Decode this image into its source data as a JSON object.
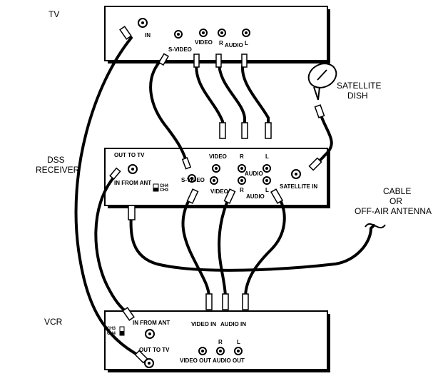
{
  "devices": {
    "tv": {
      "title": "TV"
    },
    "dss": {
      "title_line1": "DSS",
      "title_line2": "RECEIVER"
    },
    "vcr": {
      "title": "VCR"
    }
  },
  "tv_panel": {
    "in": "IN",
    "s_video": "S-VIDEO",
    "video": "VIDEO",
    "r": "R",
    "audio": "AUDIO",
    "l": "L"
  },
  "dss_panel": {
    "out_to_tv": "OUT TO TV",
    "in_from_ant": "IN FROM ANT",
    "ch4": "CH4",
    "ch3": "CH3",
    "video_top": "VIDEO",
    "r_top": "R",
    "audio_top": "AUDIO",
    "l_top": "L",
    "s_video": "S-VIDEO",
    "video_bottom": "VIDEO",
    "r_bottom": "R",
    "audio_bottom": "AUDIO",
    "l_bottom": "L",
    "satellite_in": "SATELLITE IN"
  },
  "vcr_panel": {
    "ch3": "CH3",
    "ch4": "CH4",
    "in_from_ant": "IN FROM ANT",
    "out_to_tv": "OUT TO TV",
    "video_in": "VIDEO IN",
    "audio_in": "AUDIO IN",
    "r": "R",
    "l": "L",
    "video_out": "VIDEO OUT",
    "audio_out": "AUDIO OUT"
  },
  "external": {
    "satellite_line1": "SATELLITE",
    "satellite_line2": "DISH",
    "antenna_line1": "CABLE",
    "antenna_line2": "OR",
    "antenna_line3": "OFF-AIR ANTENNA"
  }
}
